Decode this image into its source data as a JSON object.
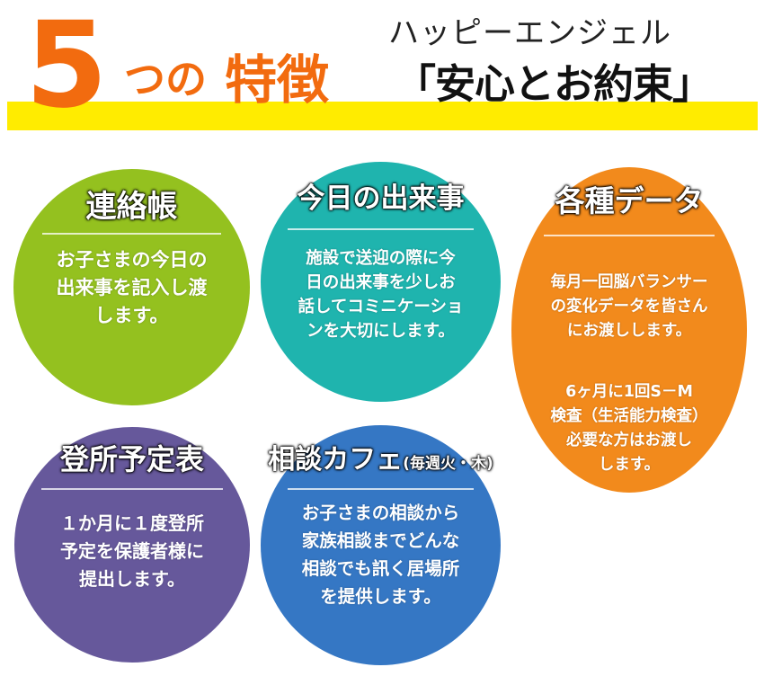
{
  "header": {
    "number": "5",
    "tsu": "つの",
    "tokucho": "特徴",
    "subtitle": "ハッピーエンジェル",
    "promise": "「安心とお約束」"
  },
  "features": [
    {
      "title": "連絡帳",
      "body": "お子さまの今日の\n出来事を記入し渡\nします。"
    },
    {
      "title": "今日の出来事",
      "body": "施設で送迎の際に今\n日の出来事を少しお\n話してコミニケーショ\nンを大切にします。"
    },
    {
      "title": "各種データ",
      "body": "毎月一回脳バランサー\nの変化データを皆さん\nにお渡しします。",
      "body2": "6ヶ月に1回S－M\n検査（生活能力検査）\n必要な方はお渡し\nします。"
    },
    {
      "title": "登所予定表",
      "body": "１か月に１度登所\n予定を保護者様に\n提出します。"
    },
    {
      "title": "相談カフェ",
      "title_note": "(毎週火・木)",
      "body": "お子さまの相談から\n家族相談までどんな\n相談でも訊く居場所\nを提供します。"
    }
  ],
  "colors": {
    "accent_orange": "#f26b0f",
    "highlight_yellow": "#ffec00",
    "green": "#94c11f",
    "teal": "#1fb4ae",
    "orange": "#f28a1c",
    "purple": "#66589b",
    "blue": "#3577c4"
  }
}
